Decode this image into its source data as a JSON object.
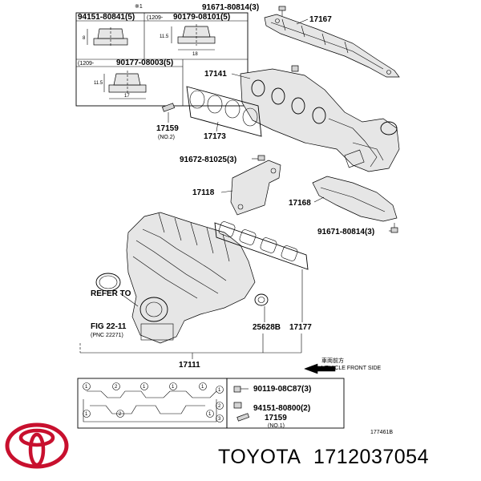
{
  "callouts": {
    "symbol": "※1",
    "nut_a": "94151-80841(5)",
    "nut_b_range": "(1209-",
    "nut_b": "90179-08101(5)",
    "nut_c_range": "(1209-",
    "nut_c": "90177-08003(5)",
    "dim_8": "8",
    "dim_11_5a": "11.5",
    "dim_18": "18",
    "dim_11_5b": "11.5",
    "dim_17": "17",
    "bolt_top": "91671-80814(3)",
    "p17167": "17167",
    "p17141": "17141",
    "p17159": "17159",
    "no2": "(NO.2)",
    "p17173": "17173",
    "bolt_mid": "91672-81025(3)",
    "p17118": "17118",
    "p17168": "17168",
    "bolt_right": "91671-80814(3)",
    "refer1": "REFER TO",
    "refer2": "FIG 22-11",
    "refer3": "(PNC 22271)",
    "p25628b": "25628B",
    "p17177": "17177",
    "p17111": "17111",
    "front_jp": "車両前方",
    "front_en": "VEHICLE FRONT SIDE",
    "legend_1": "90119-08C87(3)",
    "legend_2": "94151-80800(2)",
    "legend_3": "17159",
    "legend_3b": "(NO.1)",
    "mark_1": "1",
    "mark_2": "2",
    "mark_3": "3",
    "fig_code": "177461B"
  },
  "footer": {
    "brand": "TOYOTA",
    "part_number": "1712037054"
  }
}
